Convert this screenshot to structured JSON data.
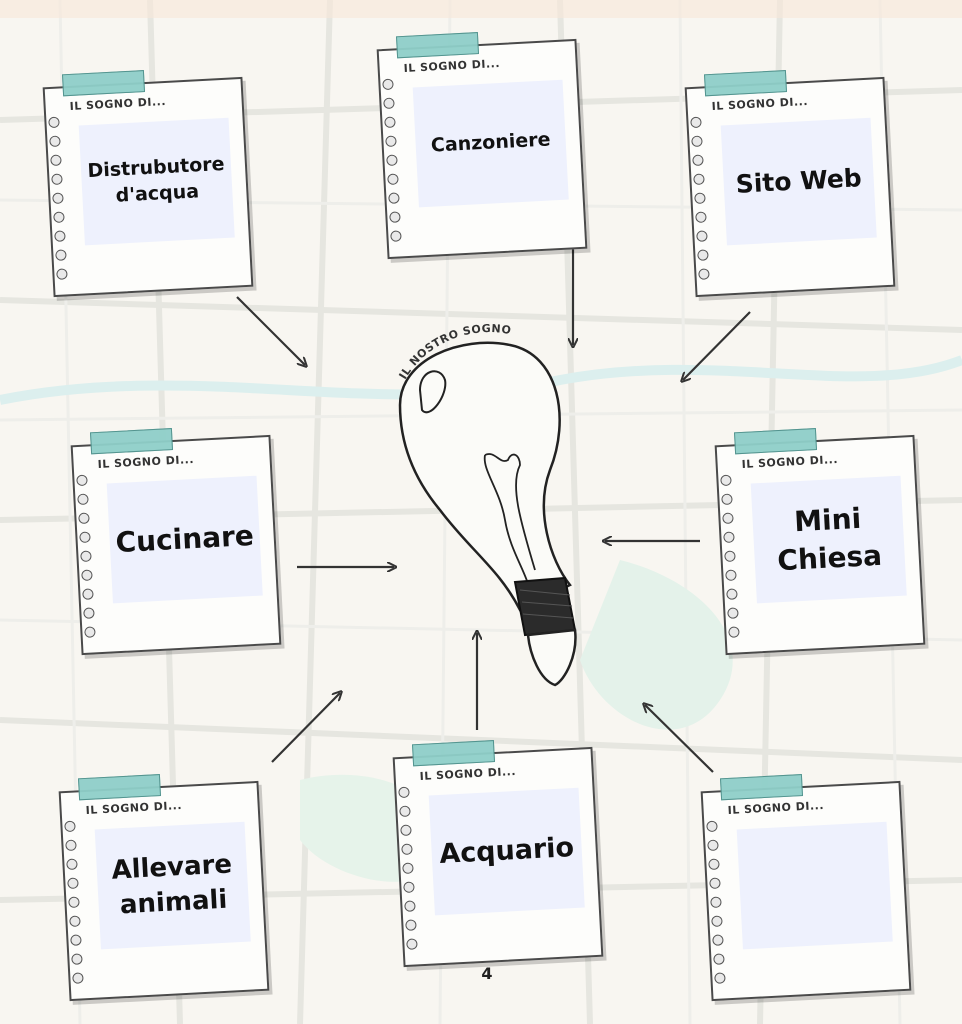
{
  "note_heading": "IL SOGNO DI...",
  "bulb_caption": "IL NOSTRO SOGNO",
  "page_number": "4",
  "notes": [
    {
      "id": "distributore",
      "label": "Distrubutore\nd'acqua"
    },
    {
      "id": "canzoniere",
      "label": "Canzoniere"
    },
    {
      "id": "sito-web",
      "label": "Sito Web"
    },
    {
      "id": "cucinare",
      "label": "Cucinare"
    },
    {
      "id": "mini-chiesa",
      "label": "Mini\nChiesa"
    },
    {
      "id": "allevare",
      "label": "Allevare\nanimali"
    },
    {
      "id": "acquario",
      "label": "Acquario"
    },
    {
      "id": "empty",
      "label": ""
    }
  ],
  "colors": {
    "tape": "#8fcfc9",
    "inner_box": "#eef1fd",
    "ink": "#222222"
  }
}
